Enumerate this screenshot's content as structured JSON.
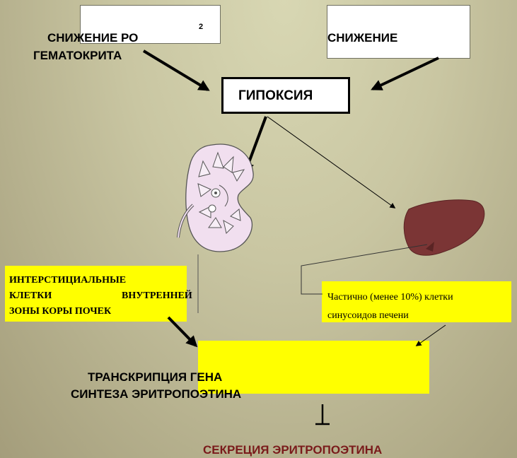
{
  "po2_sub": "2",
  "left_cause": {
    "line1": "СНИЖЕНИЕ РО",
    "line2": "ГЕМАТОКРИТА"
  },
  "right_cause": "СНИЖЕНИЕ",
  "hypoxia": "ГИПОКСИЯ",
  "kidney_cells": {
    "line1": "ИНТЕРСТИЦИАЛЬНЫЕ",
    "line2a": "КЛЕТКИ",
    "line2b": "ВНУТРЕННЕЙ",
    "line3": "ЗОНЫ КОРЫ ПОЧЕК"
  },
  "liver_cells": {
    "line1": "Частично (менее 10%) клетки",
    "line2": "синусоидов печени"
  },
  "transcription": {
    "line1": "ТРАНСКРИПЦИЯ ГЕНА",
    "line2": "СИНТЕЗА ЭРИТРОПОЭТИНА"
  },
  "secretion": "СЕКРЕЦИЯ ЭРИТРОПОЭТИНА",
  "colors": {
    "highlight": "#ffff00",
    "secretion_text": "#7a1b1b",
    "liver": "#7b3535"
  }
}
